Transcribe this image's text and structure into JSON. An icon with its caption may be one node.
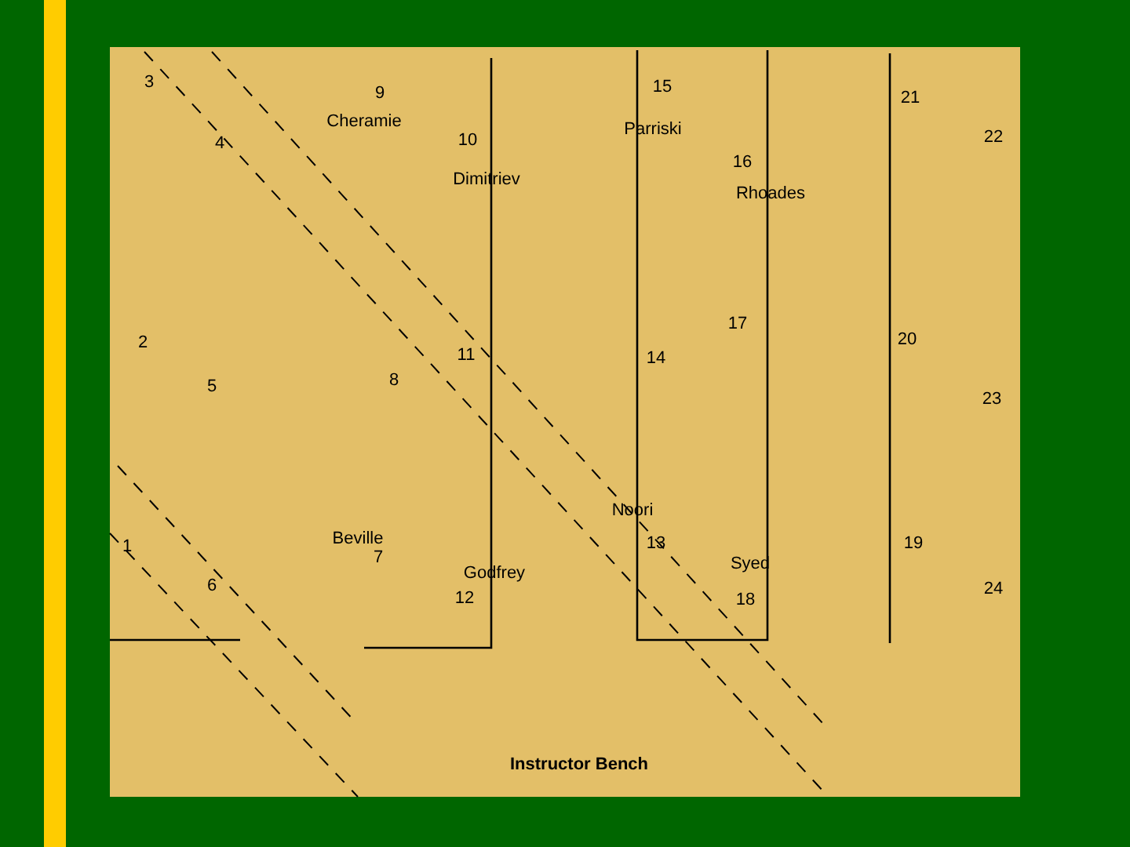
{
  "diagram": {
    "labels": [
      "3",
      "15",
      "9",
      "21",
      "Cheramie",
      "Parriski",
      "22",
      "10",
      "4",
      "16",
      "Dimitriev",
      "Rhoades",
      "17",
      "20",
      "2",
      "11",
      "14",
      "8",
      "5",
      "23",
      "Noori",
      "Beville",
      "1",
      "13",
      "19",
      "7",
      "Syed",
      "Godfrey",
      "6",
      "24",
      "12",
      "18",
      "Instructor Bench"
    ]
  }
}
